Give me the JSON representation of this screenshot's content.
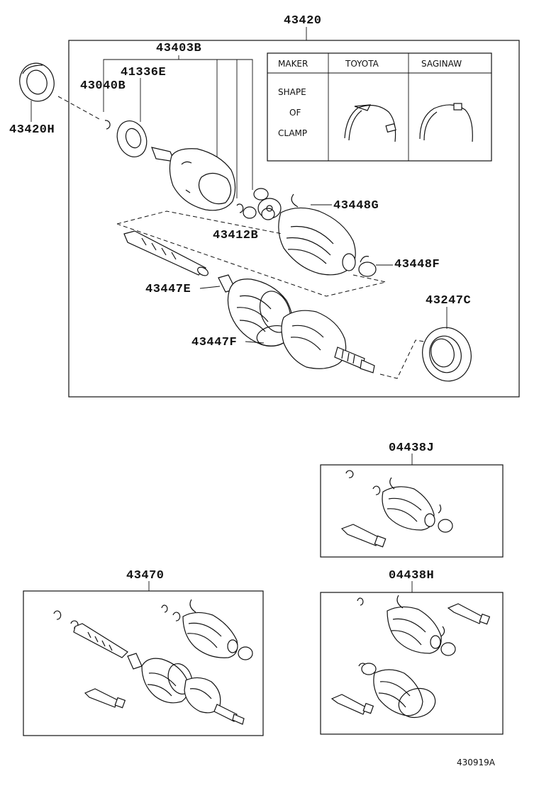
{
  "diagram": {
    "main_assembly_label": "43420",
    "parts": {
      "p43403B": "43403B",
      "p41336E": "41336E",
      "p43040B": "43040B",
      "p43420H": "43420H",
      "p43412B": "43412B",
      "p43448G": "43448G",
      "p43448F": "43448F",
      "p43447E": "43447E",
      "p43447F": "43447F",
      "p43247C": "43247C",
      "p04438J": "04438J",
      "p43470": "43470",
      "p04438H": "04438H"
    },
    "clamp_table": {
      "maker_header": "MAKER",
      "toyota_header": "TOYOTA",
      "saginaw_header": "SAGINAW",
      "shape_line1": "SHAPE",
      "shape_line2": "OF",
      "shape_line3": "CLAMP"
    },
    "reference_code": "430919A"
  }
}
